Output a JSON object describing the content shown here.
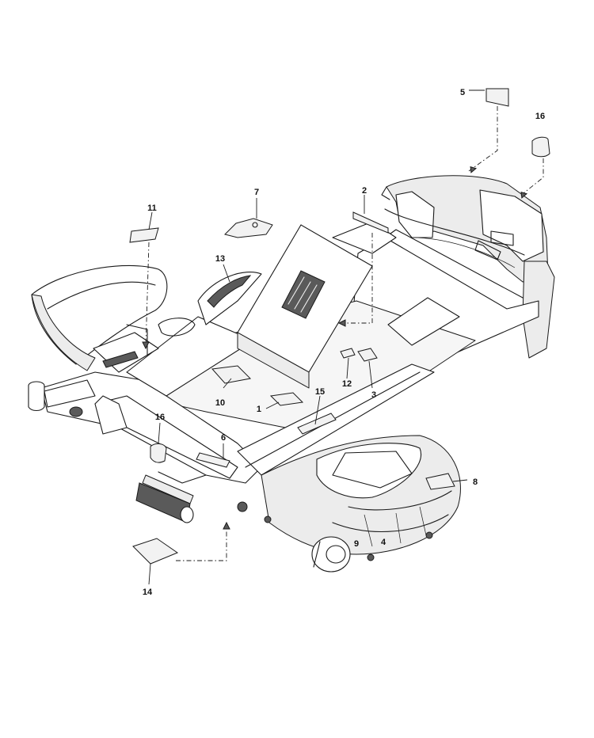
{
  "diagram": {
    "callouts": {
      "c1": "1",
      "c2": "2",
      "c3": "3",
      "c4": "4",
      "c5": "5",
      "c6": "6",
      "c7": "7",
      "c8": "8",
      "c9": "9",
      "c10": "10",
      "c11": "11",
      "c12": "12",
      "c13": "13",
      "c14": "14",
      "c15": "15",
      "c16a": "16",
      "c16b": "16"
    }
  }
}
